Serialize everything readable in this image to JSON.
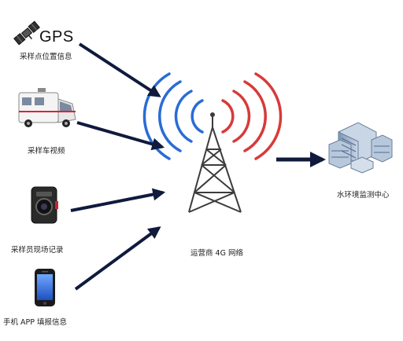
{
  "colors": {
    "arrow": "#0f1a3d",
    "wave_left": "#2a6cd4",
    "wave_right": "#d83a3a",
    "tower": "#3c3c3c"
  },
  "sources": [
    {
      "icon": "satellite-icon",
      "label": "采样点位置信息",
      "extra_text": "GPS"
    },
    {
      "icon": "sampling-vehicle-icon",
      "label": "采样车视频"
    },
    {
      "icon": "body-camera-icon",
      "label": "采样员现场记录"
    },
    {
      "icon": "smartphone-icon",
      "label": "手机 APP 填报信息"
    }
  ],
  "hub": {
    "icon": "cell-tower-icon",
    "label": "运营商 4G 网络"
  },
  "destination": {
    "icon": "office-buildings-icon",
    "label": "水环境监测中心"
  }
}
